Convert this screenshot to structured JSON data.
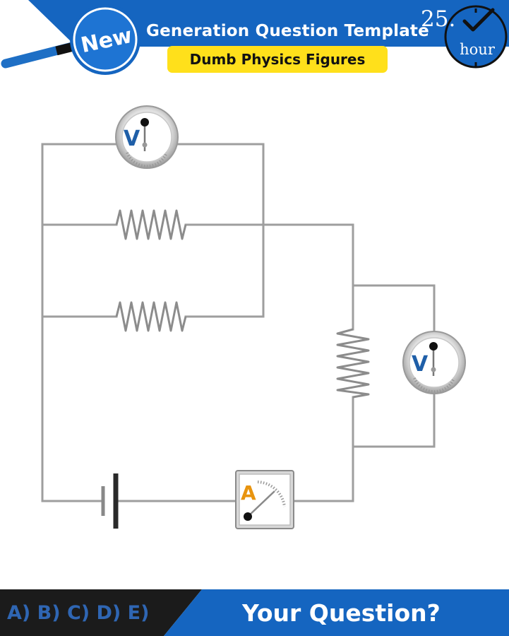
{
  "header": {
    "badge_label": "New",
    "title": "Generation Question Template",
    "subtitle": "Dumb Physics Figures",
    "clock_number": "25.",
    "clock_unit": "hour"
  },
  "circuit": {
    "voltmeter_label": "V",
    "ammeter_label": "A",
    "components": [
      "voltmeter",
      "resistor",
      "resistor",
      "resistor",
      "voltmeter",
      "battery",
      "ammeter"
    ]
  },
  "footer": {
    "answer_choices": "A) B) C) D) E)",
    "question_prompt": "Your Question?"
  },
  "colors": {
    "header_blue": "#1565c0",
    "subtitle_yellow": "#ffe01b",
    "footer_dark": "#1b1b1b",
    "answer_blue": "#2f66b3",
    "wire_grey": "#9e9e9e",
    "ammeter_orange": "#e8940f"
  }
}
